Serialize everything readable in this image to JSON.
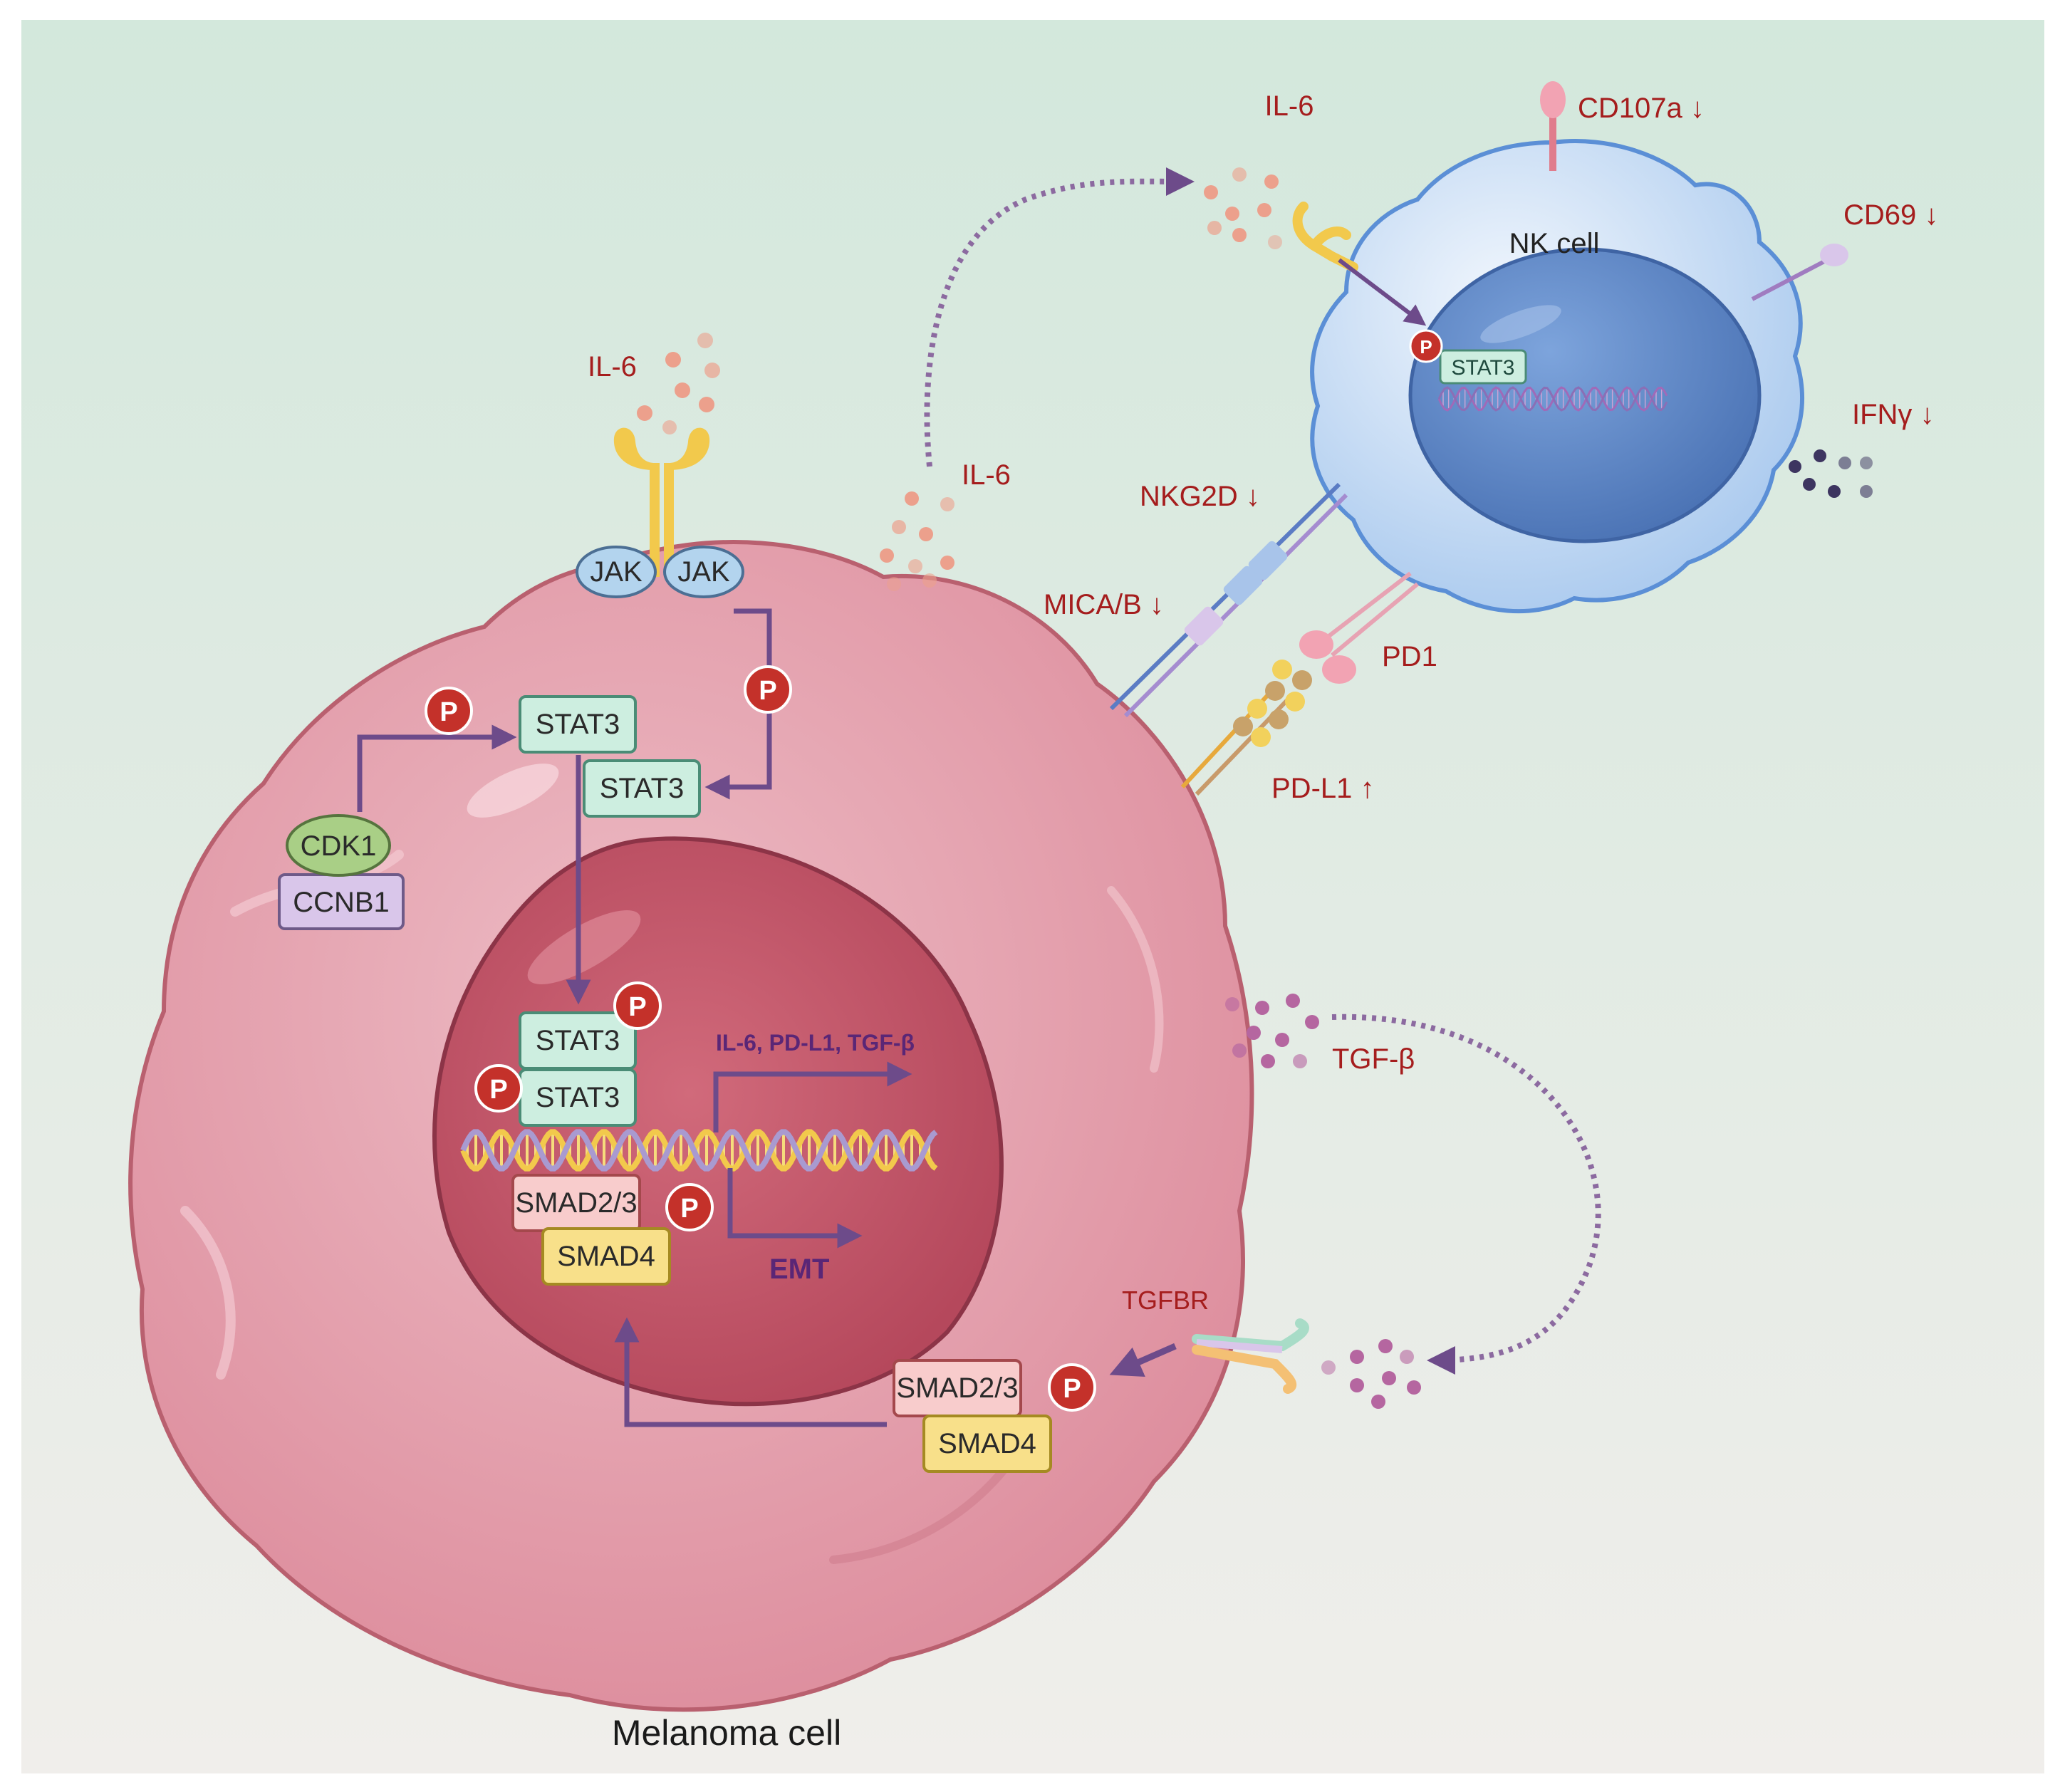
{
  "colors": {
    "background_top": "#d4e8de",
    "background_bottom": "#f0eeec",
    "melanoma_membrane": "#e08898",
    "melanoma_cytoplasm": "#e7a7b3",
    "melanoma_nucleus": "#c65466",
    "nk_membrane": "#5b8fd6",
    "nk_cytoplasm": "#d7e7f7",
    "nk_nucleus": "#5a86c8",
    "arrow": "#6d4b8a",
    "label_red": "#a51d1d",
    "stat3_fill": "#cdeee0",
    "smad23_fill": "#f8cccc",
    "smad4_fill": "#f8e08a",
    "cdk1_fill": "#a9cf86",
    "ccnb1_fill": "#d9c6ea",
    "jak_fill": "#b3d4ee",
    "phospho_fill": "#c4312a"
  },
  "melanoma": {
    "caption": "Melanoma cell",
    "il6_label": "IL-6",
    "il6_secreted_label": "IL-6",
    "jak_left": "JAK",
    "jak_right": "JAK",
    "phospho": "P",
    "stat3_cyto_a": "STAT3",
    "stat3_cyto_b": "STAT3",
    "cdk1": "CDK1",
    "ccnb1": "CCNB1",
    "stat3_dimer_a": "STAT3",
    "stat3_dimer_b": "STAT3",
    "smad23_nuc": "SMAD2/3",
    "smad4_nuc": "SMAD4",
    "target_genes": "IL-6, PD-L1, TGF-β",
    "emt": "EMT",
    "tgfbr": "TGFBR",
    "smad23_cyto": "SMAD2/3",
    "smad4_cyto": "SMAD4",
    "tgfb_label": "TGF-β",
    "mica_label": "MICA/B ↓",
    "pdl1_label": "PD-L1 ↑"
  },
  "nk": {
    "title": "NK cell",
    "il6_label": "IL-6",
    "stat3": "STAT3",
    "phospho": "P",
    "cd107a": "CD107a ↓",
    "cd69": "CD69 ↓",
    "ifng": "IFNγ ↓",
    "nkg2d": "NKG2D ↓",
    "pd1": "PD1"
  }
}
